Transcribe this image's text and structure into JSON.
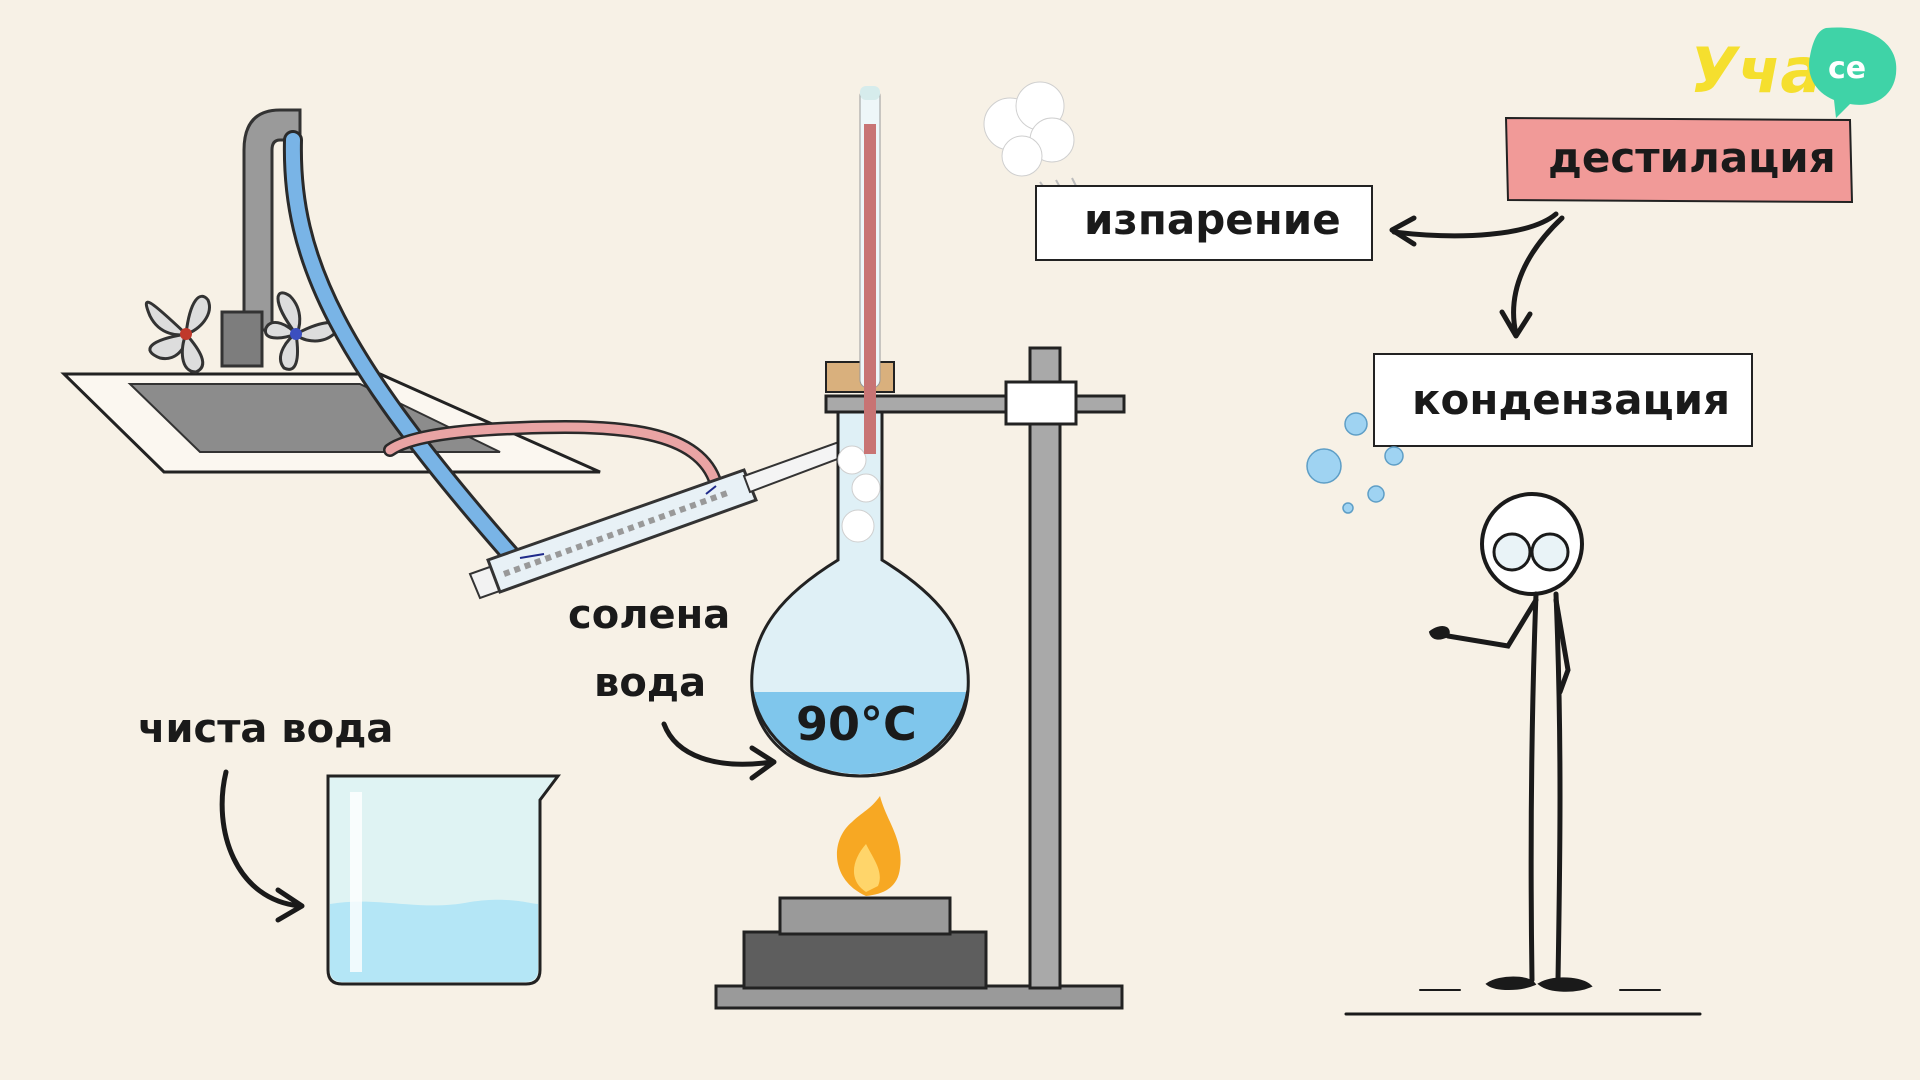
{
  "logo": {
    "text_main": "Уча",
    "text_badge": "се"
  },
  "concept_labels": {
    "main": "дестилация",
    "left": "изпарение",
    "down": "кондензация"
  },
  "apparatus_labels": {
    "salt_water_line1": "солена",
    "salt_water_line2": "вода",
    "pure_water": "чиста вода",
    "temperature": "90°C"
  },
  "colors": {
    "background": "#f7f1e6",
    "main_label_bg": "#f19a98",
    "water_blue": "#7fc6ec",
    "hose_blue": "#79b4e6",
    "hose_pink": "#e9a4a4",
    "flame_orange": "#f7a823",
    "logo_yellow": "#f5df2e",
    "logo_green": "#3fd3a7"
  },
  "icons": [
    "tap-icon",
    "condenser-icon",
    "thermometer-icon",
    "flask-icon",
    "burner-icon",
    "beaker-icon",
    "steam-cloud-icon",
    "stick-figure-icon"
  ]
}
